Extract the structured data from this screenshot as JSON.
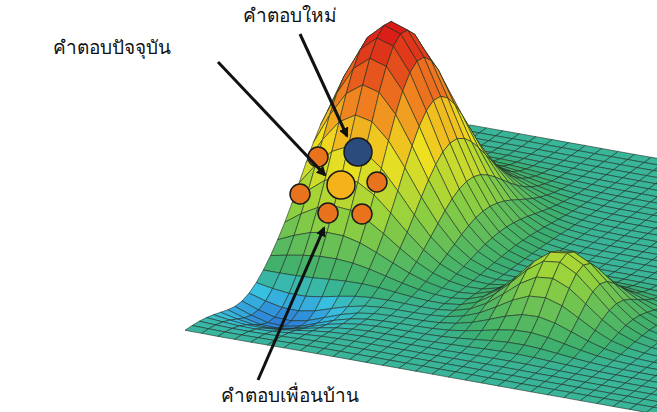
{
  "diagram": {
    "labels": [
      "คำตอบใหม่",
      "คำตอบปัจจุบัน",
      "คำตอบเพื่อนบ้าน"
    ]
  }
}
